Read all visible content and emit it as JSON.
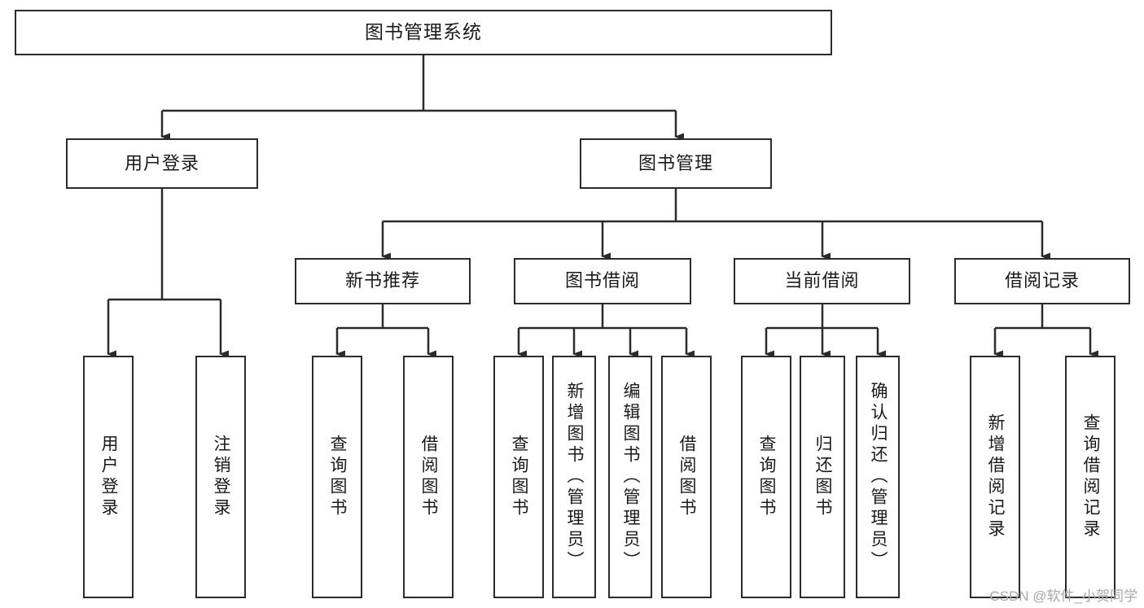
{
  "diagram": {
    "title": "图书管理系统",
    "type": "tree-hierarchy",
    "stroke_color": "#2b2b2b",
    "background_color": "#ffffff",
    "root": {
      "label": "图书管理系统"
    },
    "level2": [
      {
        "label": "用户登录"
      },
      {
        "label": "图书管理"
      }
    ],
    "level3": [
      {
        "label": "新书推荐"
      },
      {
        "label": "图书借阅"
      },
      {
        "label": "当前借阅"
      },
      {
        "label": "借阅记录"
      }
    ],
    "leaves": [
      {
        "label": "用户登录"
      },
      {
        "label": "注销登录"
      },
      {
        "label": "查询图书"
      },
      {
        "label": "借阅图书"
      },
      {
        "label": "查询图书"
      },
      {
        "label": "新增图书（管理员）"
      },
      {
        "label": "编辑图书（管理员）"
      },
      {
        "label": "借阅图书"
      },
      {
        "label": "查询图书"
      },
      {
        "label": "归还图书"
      },
      {
        "label": "确认归还（管理员）"
      },
      {
        "label": "新增借阅记录"
      },
      {
        "label": "查询借阅记录"
      }
    ]
  },
  "watermark": {
    "text": "CSDN @软件_小贺同学"
  }
}
